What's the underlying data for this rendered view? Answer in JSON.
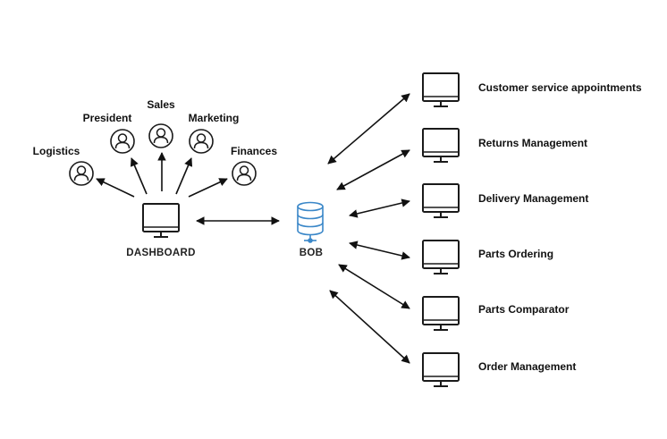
{
  "colors": {
    "line": "#111111",
    "database": "#3a87c8",
    "text": "#111111"
  },
  "dashboard": {
    "label": "DASHBOARD",
    "icon": "monitor-icon"
  },
  "database": {
    "label": "BOB",
    "icon": "database-icon"
  },
  "roles": [
    {
      "label": "Logistics",
      "icon": "user-icon"
    },
    {
      "label": "President",
      "icon": "user-icon"
    },
    {
      "label": "Sales",
      "icon": "user-icon"
    },
    {
      "label": "Marketing",
      "icon": "user-icon"
    },
    {
      "label": "Finances",
      "icon": "user-icon"
    }
  ],
  "systems": [
    {
      "label": "Customer service appointments",
      "icon": "monitor-icon"
    },
    {
      "label": "Returns Management",
      "icon": "monitor-icon"
    },
    {
      "label": "Delivery Management",
      "icon": "monitor-icon"
    },
    {
      "label": "Parts Ordering",
      "icon": "monitor-icon"
    },
    {
      "label": "Parts Comparator",
      "icon": "monitor-icon"
    },
    {
      "label": "Order Management",
      "icon": "monitor-icon"
    }
  ]
}
